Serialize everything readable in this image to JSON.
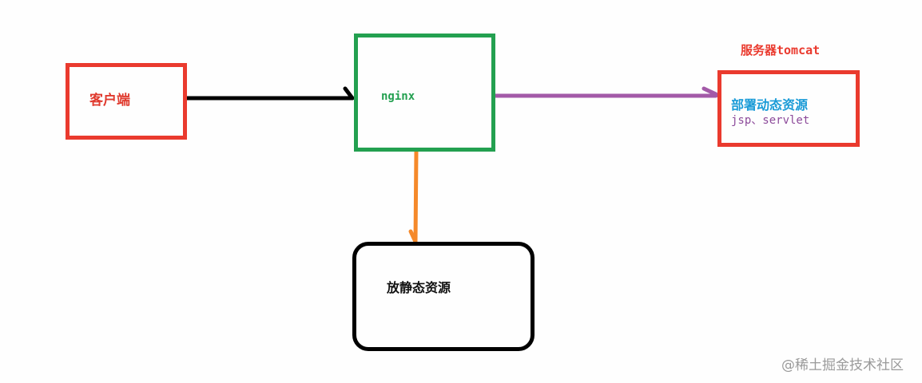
{
  "diagram": {
    "nodes": {
      "client": {
        "label": "客户端",
        "border_color": "#ea3a2e",
        "text_color": "#e03a2e"
      },
      "nginx": {
        "label": "nginx",
        "border_color": "#23a050",
        "text_color": "#23a050"
      },
      "tomcat": {
        "title": "服务器tomcat",
        "line1": "部署动态资源",
        "line2": "jsp、servlet",
        "border_color": "#ea3a2e",
        "title_color": "#ea3a2e",
        "line1_color": "#1a9bd7",
        "line2_color": "#8c4a9a"
      },
      "static": {
        "label": "放静态资源",
        "border_color": "#000000",
        "text_color": "#111111"
      }
    },
    "edges": [
      {
        "from": "client",
        "to": "nginx",
        "color": "#000000"
      },
      {
        "from": "nginx",
        "to": "tomcat",
        "color": "#a35aa8"
      },
      {
        "from": "nginx",
        "to": "static",
        "color": "#f5892a"
      }
    ]
  },
  "watermark": "@稀土掘金技术社区"
}
